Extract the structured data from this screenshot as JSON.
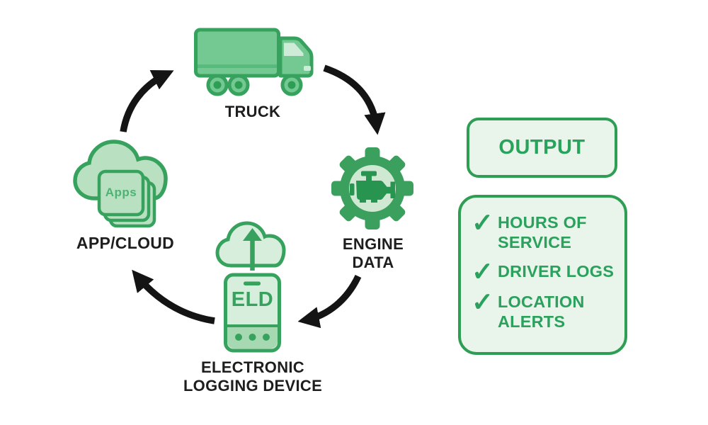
{
  "diagram": {
    "nodes": {
      "truck": {
        "label": "TRUCK"
      },
      "engine_data": {
        "label": "ENGINE DATA"
      },
      "eld": {
        "screen_text": "ELD",
        "label": "ELECTRONIC LOGGING DEVICE"
      },
      "app_cloud": {
        "badge": "Apps",
        "label": "APP/CLOUD"
      }
    },
    "arrows": [
      {
        "from": "TRUCK",
        "to": "ENGINE DATA"
      },
      {
        "from": "ENGINE DATA",
        "to": "ELECTRONIC LOGGING DEVICE"
      },
      {
        "from": "ELECTRONIC LOGGING DEVICE",
        "to": "APP/CLOUD"
      },
      {
        "from": "APP/CLOUD",
        "to": "TRUCK"
      }
    ]
  },
  "output_panel": {
    "header": "OUTPUT",
    "items": [
      {
        "check": "✓",
        "label": "HOURS OF SERVICE"
      },
      {
        "check": "✓",
        "label": "DRIVER LOGS"
      },
      {
        "check": "✓",
        "label": "LOCATION ALERTS"
      }
    ]
  },
  "colors": {
    "icon_outline_green": "#36a25e",
    "icon_fill_medium": "#74c993",
    "icon_fill_light": "#b9e1c1",
    "icon_fill_pale": "#d7eedd",
    "gear_green": "#3ba05d",
    "engine_dark_green": "#27954f",
    "panel_fill": "#e9f4ea",
    "panel_border": "#2f9e55",
    "panel_text_green": "#2aa25d",
    "label_black": "#1e1e1e",
    "arrow_black": "#141414",
    "background": "#ffffff"
  }
}
